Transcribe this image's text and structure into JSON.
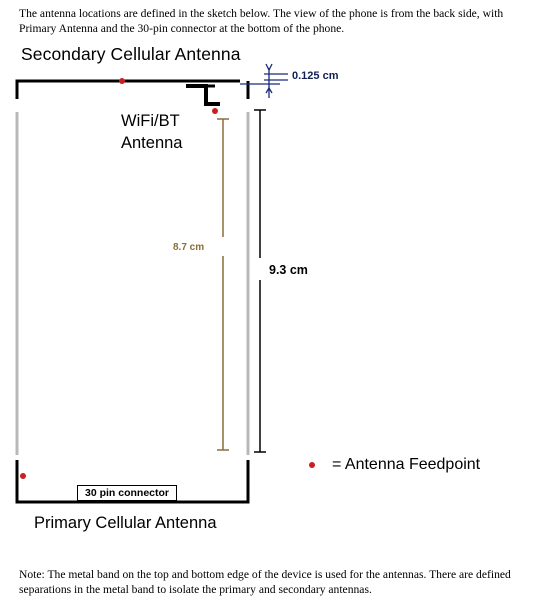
{
  "intro_text": "The antenna locations are defined in the sketch below. The view of the phone is from the back side, with Primary Antenna and the 30-pin connector at the bottom of the phone.",
  "labels": {
    "secondary_antenna": "Secondary Cellular Antenna",
    "wifi_line1": "WiFi/BT",
    "wifi_line2": "Antenna",
    "primary_antenna": "Primary Cellular Antenna",
    "connector": "30 pin connector",
    "feedpoint_legend": "= Antenna Feedpoint"
  },
  "dimensions": {
    "band_gap": "0.125 cm",
    "wifi_length": "8.7 cm",
    "secondary_length": "9.3 cm"
  },
  "note_text": "Note: The metal band on the top and bottom edge of the device is used for the antennas. There are defined separations in the metal band to isolate the primary and secondary antennas.",
  "colors": {
    "feedpoint": "#cc1f1f",
    "band_gap_marker": "#1a2a7a",
    "wifi_dimension": "#8a6d3a"
  }
}
